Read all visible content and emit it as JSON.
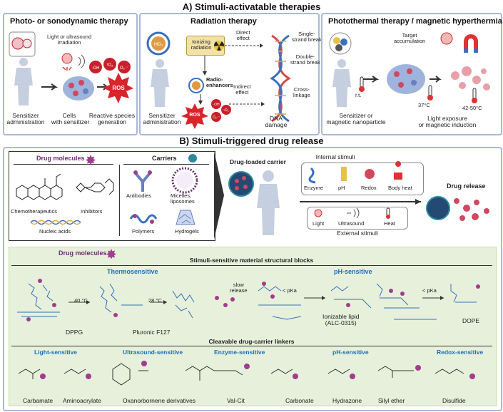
{
  "section_a": {
    "title": "A) Stimuli-activatable therapies",
    "panel1": {
      "title": "Photo- or sonodynamic therapy",
      "irradiation": "Light or ultrasound\nirradiation",
      "ros": "ROS",
      "ros_species": [
        "·OH",
        "¹O₂",
        "O₂·⁻"
      ],
      "captions": [
        "Sensitizer\nadministration",
        "Cells\nwith sensitizer",
        "Reactive species\ngeneration"
      ]
    },
    "panel2": {
      "title": "Radiation therapy",
      "ionizing": "Ionizing\nradiation",
      "direct": "Direct\neffect",
      "radioenhancers": "Radio-\nenhancers",
      "indirect": "Indirect\neffect",
      "single": "Single-\nstrand break",
      "double": "Double-\nstrand break",
      "cross": "Cross-\nlinkage",
      "ros": "ROS",
      "ros_species": [
        "·OH",
        "¹O₂",
        "O₂·⁻"
      ],
      "hfo": "HfO₂",
      "captions": [
        "Sensitizer\nadministration",
        "DNA\ndamage"
      ]
    },
    "panel3": {
      "title": "Photothermal therapy / magnetic hyperthermia",
      "target": "Target\naccumulation",
      "rt": "r.t.",
      "t37": "37°C",
      "t42": "42-50°C",
      "captions": [
        "Sensitizer or\nmagnetic nanoparticle",
        "Light exposure\nor magnetic induction"
      ]
    }
  },
  "section_b": {
    "title": "B) Stimuli-triggered drug release",
    "drug_molecules": "Drug molecules",
    "chemo": "Chemotherapeutics",
    "inhibitors": "Inhibitors",
    "nucleic": "Nucleic acids",
    "carriers": "Carriers",
    "antibodies": "Antibodies",
    "micelles": "Micelles,\nliposomes",
    "polymers": "Polymers",
    "hydrogels": "Hydrogels",
    "drug_loaded": "Drug-loaded carrier",
    "internal": "Internal stimuli",
    "internal_items": [
      "Enzyme",
      "pH",
      "Redox",
      "Body heat"
    ],
    "external": "External stimuli",
    "external_items": [
      "Light",
      "Ultrasound",
      "Heat"
    ],
    "drug_release": "Drug release"
  },
  "green": {
    "drug_molecules": "Drug molecules",
    "blocks_title": "Stimuli-sensitive material structural blocks",
    "thermo": "Thermosensitive",
    "ph": "pH-sensitive",
    "t40": "40 °C",
    "t28": "28 °C",
    "slow": "slow\nrelease",
    "dppg": "DPPG",
    "pluronic": "Pluronic F127",
    "pka1": "< pKa",
    "pka2": "< pKa",
    "ionizable": "Ionizable lipid\n(ALC-0315)",
    "dope": "DOPE",
    "linkers_title": "Cleavable drug-carrier linkers",
    "light": "Light-sensitive",
    "ultrasound": "Ultrasound-sensitive",
    "enzyme": "Enzyme-sensitive",
    "ph2": "pH-sensitive",
    "redox": "Redox-sensitive",
    "linkers": [
      "Carbamate",
      "Aminoacrylate",
      "Oxanorbornene derivatives",
      "Val-Cit",
      "Carbonate",
      "Hydrazone",
      "Silyl ether",
      "Disulfide"
    ]
  },
  "colors": {
    "frame": "#aab9d6",
    "blue": "#1f6fb5",
    "purple": "#6a2c6e",
    "green": "#e7f0da",
    "ros": "#d9252a"
  }
}
